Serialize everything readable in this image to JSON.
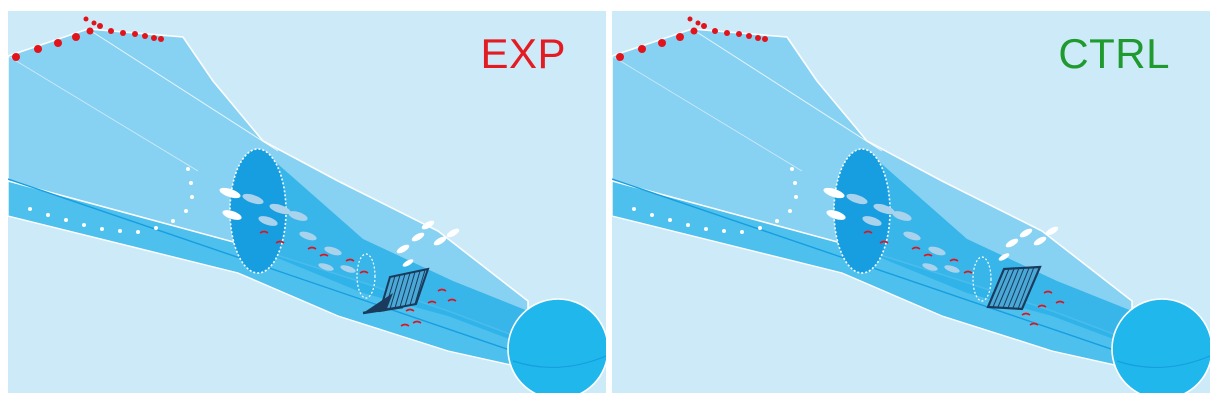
{
  "panels": [
    {
      "id": "exp",
      "label": "EXP",
      "label_color": "#e31b23"
    },
    {
      "id": "ctrl",
      "label": "CTRL",
      "label_color": "#1e9a2e"
    }
  ],
  "colors": {
    "water": "#cdeaf8",
    "net_light": "#84d0f2",
    "net_mid": "#4dc0ee",
    "net_dark": "#169ee0",
    "codend": "#20b8ec",
    "float": "#e3131b",
    "fish": "#a9d3ec",
    "shrimp": "#e3131b",
    "grid": "#1a3b5c"
  }
}
